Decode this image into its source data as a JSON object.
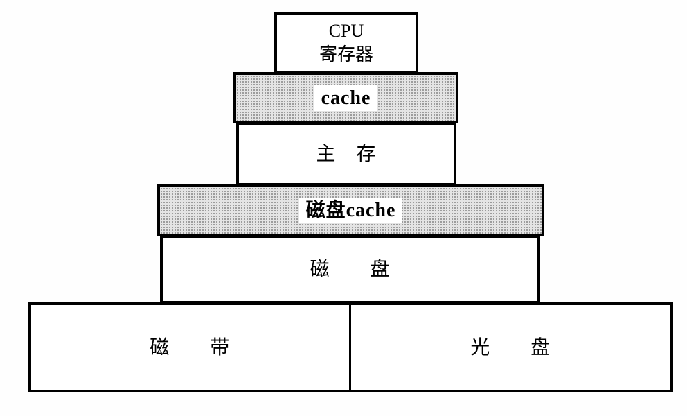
{
  "diagram": {
    "type": "memory-hierarchy-pyramid",
    "colors": {
      "border": "#000000",
      "stipple_fill": "#e4e4e4",
      "stipple_dot": "#8f8f8f",
      "background": "#ffffff"
    }
  },
  "boxes": {
    "cpu": {
      "line1": "CPU",
      "line2": "寄存器"
    },
    "cache": {
      "label": "cache"
    },
    "main_memory": {
      "label": "主　存"
    },
    "disk_cache": {
      "label": "磁盘cache"
    },
    "disk": {
      "label": "磁　　盘"
    },
    "tape": {
      "label": "磁　　带"
    },
    "optical": {
      "label": "光　　盘"
    }
  }
}
